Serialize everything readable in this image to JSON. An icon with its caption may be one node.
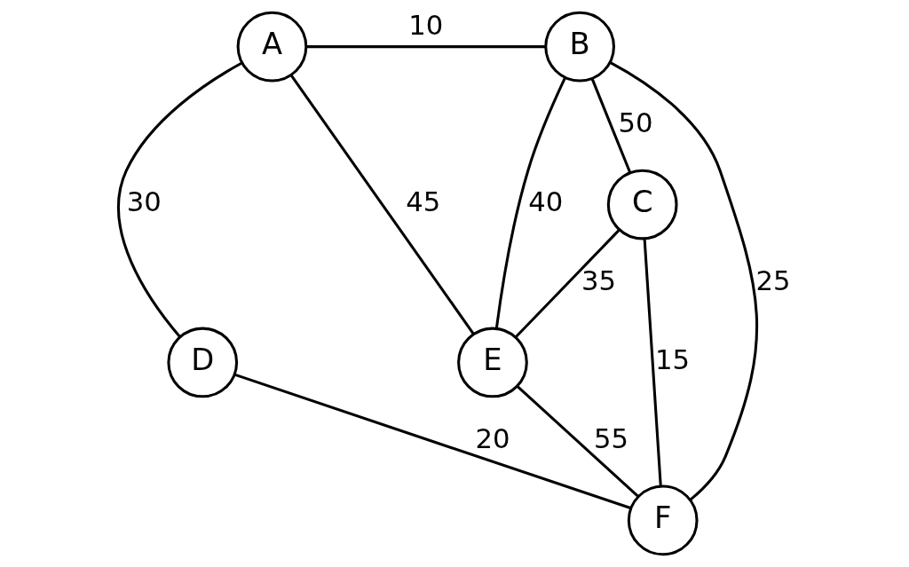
{
  "diagram": {
    "nodes": [
      {
        "text": [
          "A"
        ]
      },
      {
        "text": [
          "B"
        ]
      },
      {
        "text": [
          "C"
        ]
      },
      {
        "text": [
          "D"
        ]
      },
      {
        "text": [
          "E"
        ]
      },
      {
        "text": [
          "F"
        ]
      }
    ],
    "edges": [
      {
        "from": 0,
        "to": 1,
        "arrow": "none",
        "label": "10"
      },
      {
        "from": 0,
        "to": 4,
        "arrow": "none",
        "label": "45"
      },
      {
        "from": 1,
        "to": 2,
        "arrow": "none",
        "label": "50"
      },
      {
        "from": 0,
        "to": 3,
        "arrow": "none",
        "label": "30"
      },
      {
        "from": 1,
        "to": 4,
        "arrow": "none",
        "label": "40"
      },
      {
        "from": 2,
        "to": 4,
        "arrow": "none",
        "label": "35"
      },
      {
        "from": 1,
        "to": 5,
        "arrow": "none",
        "label": "25"
      },
      {
        "from": 4,
        "to": 5,
        "arrow": "none",
        "label": "55"
      },
      {
        "from": 2,
        "to": 5,
        "arrow": "none",
        "label": "15"
      },
      {
        "from": 3,
        "to": 5,
        "arrow": "none",
        "label": "20"
      }
    ]
  }
}
